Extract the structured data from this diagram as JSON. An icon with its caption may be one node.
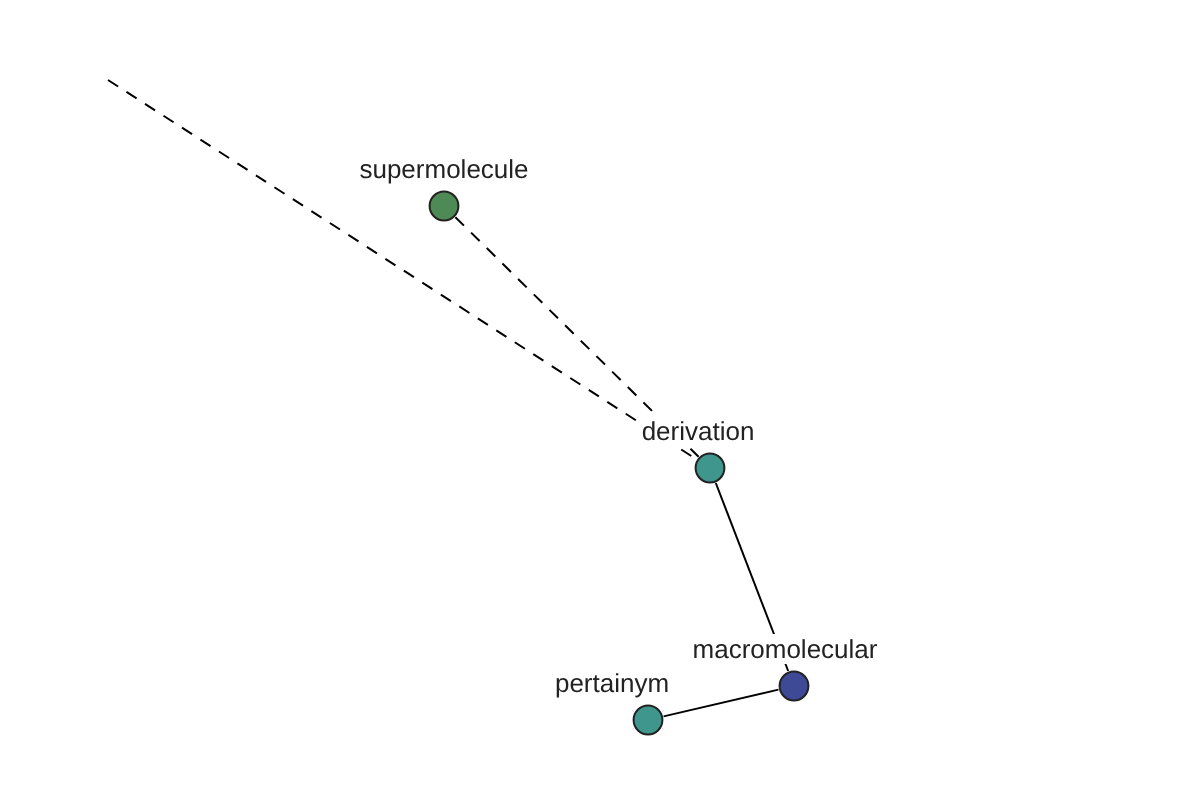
{
  "diagram": {
    "nodes": [
      {
        "text": [
          "supermolecule"
        ]
      },
      {
        "text": [
          "derivation"
        ]
      },
      {
        "text": [
          "macromolecular"
        ]
      },
      {
        "text": [
          "pertainym"
        ]
      }
    ],
    "edges": [
      {
        "from": 0,
        "to": 1,
        "arrow": "none",
        "style": "dashed"
      },
      {
        "from": null,
        "to": 1,
        "arrow": "none",
        "style": "dashed"
      },
      {
        "from": 1,
        "to": 2,
        "arrow": "none"
      },
      {
        "from": 2,
        "to": 3,
        "arrow": "none"
      }
    ]
  }
}
